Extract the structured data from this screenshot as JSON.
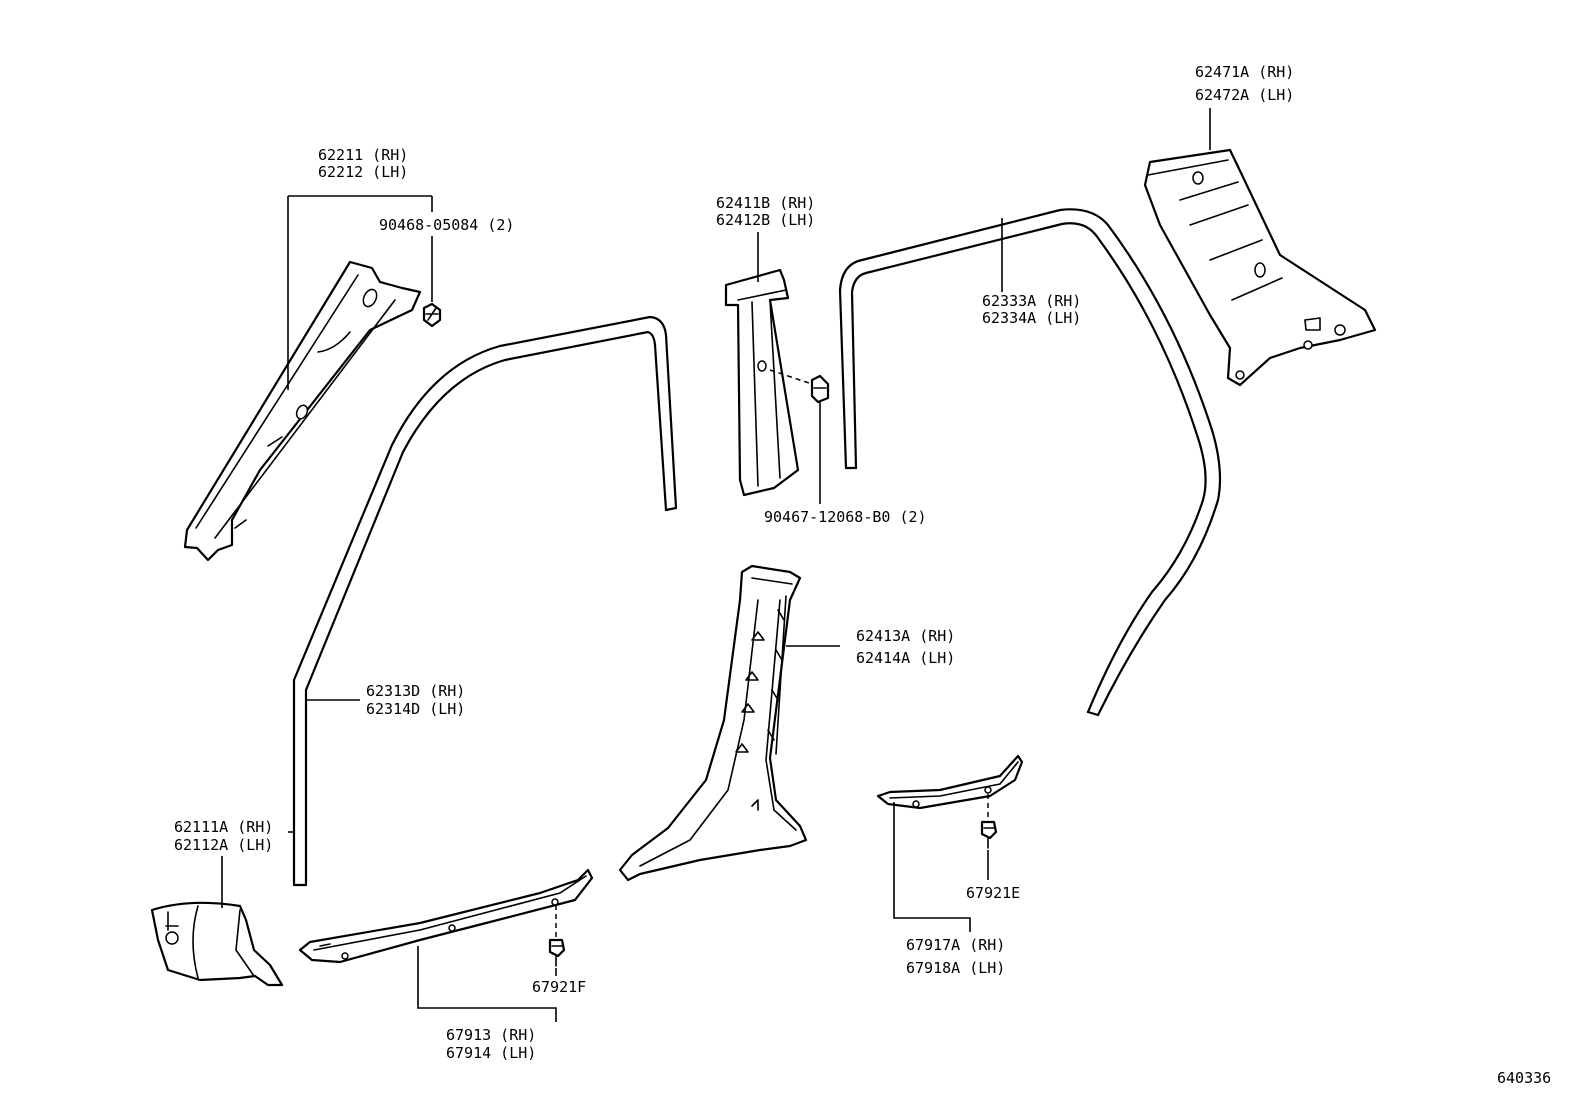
{
  "diagram_id": "640336",
  "labels": {
    "p62211": "62211 (RH)",
    "p62212": "62212 (LH)",
    "p90468": "90468-05084 (2)",
    "p62411b": "62411B (RH)",
    "p62412b": "62412B (LH)",
    "p90467": "90467-12068-B0 (2)",
    "p62333a": "62333A (RH)",
    "p62334a": "62334A (LH)",
    "p62471a": "62471A (RH)",
    "p62472a": "62472A (LH)",
    "p62413a": "62413A (RH)",
    "p62414a": "62414A (LH)",
    "p62313d": "62313D (RH)",
    "p62314d": "62314D (LH)",
    "p62111a": "62111A (RH)",
    "p62112a": "62112A (LH)",
    "p67921f": "67921F",
    "p67913": "67913 (RH)",
    "p67914": "67914 (LH)",
    "p67921e": "67921E",
    "p67917a": "67917A (RH)",
    "p67918a": "67918A (LH)"
  }
}
